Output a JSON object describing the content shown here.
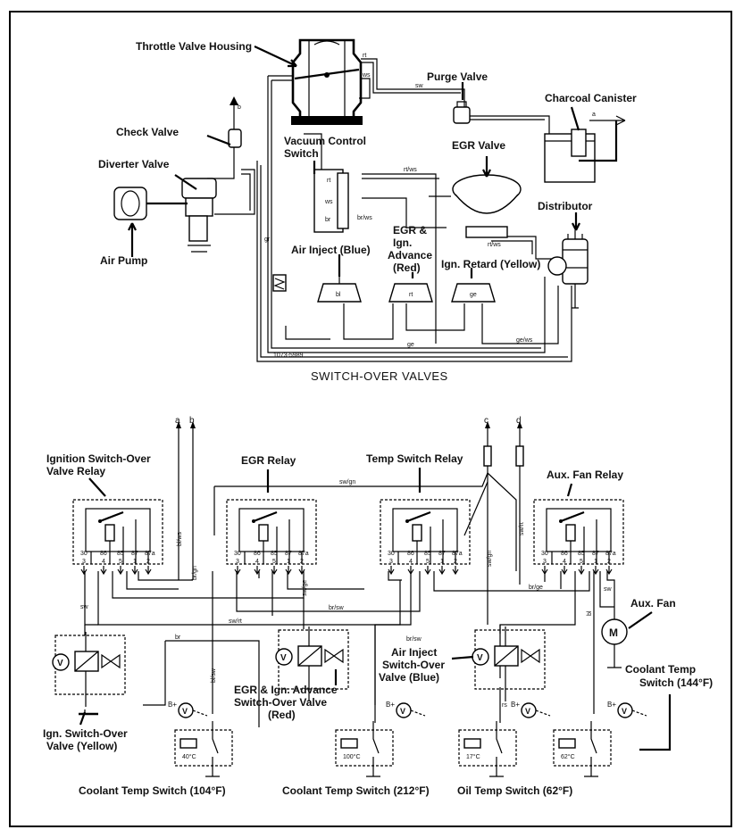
{
  "top_diagram": {
    "title": "SWITCH-OVER VALVES",
    "ref_code": "1073-5989",
    "labels": {
      "throttle": "Throttle Valve Housing",
      "purge": "Purge Valve",
      "canister": "Charcoal Canister",
      "check": "Check Valve",
      "diverter": "Diverter Valve",
      "vcs_1": "Vacuum Control",
      "vcs_2": "Switch",
      "egr_valve": "EGR Valve",
      "distributor": "Distributor",
      "air_pump": "Air Pump",
      "air_inject": "Air Inject (Blue)",
      "egr_ign_1": "EGR &",
      "egr_ign_2": "Ign.",
      "egr_ign_3": "Advance",
      "egr_ign_4": "(Red)",
      "ign_retard": "Ign. Retard (Yellow)"
    },
    "letters": {
      "a": "a",
      "b": "b"
    },
    "hose_codes": {
      "sw": "sw",
      "rt": "rt",
      "ws": "ws",
      "br": "br",
      "rtws": "rt/ws",
      "brws": "br/ws",
      "bl": "bl",
      "ge": "ge",
      "gews": "ge/ws",
      "brws2": "br/ws",
      "gr": "gr",
      "rt2": "rt"
    }
  },
  "bottom_diagram": {
    "connectors": {
      "a": "a",
      "b": "b",
      "c": "c",
      "d": "d"
    },
    "relays": [
      {
        "label_1": "Ignition Switch-Over",
        "label_2": "Valve Relay"
      },
      {
        "label_1": "EGR Relay",
        "label_2": ""
      },
      {
        "label_1": "Temp Switch Relay",
        "label_2": ""
      },
      {
        "label_1": "Aux. Fan Relay",
        "label_2": ""
      }
    ],
    "pins_top": {
      "p30": "30",
      "p86": "86",
      "p85": "85",
      "p87": "87",
      "p87a": "87a"
    },
    "pins_bottom": {
      "p3": "3",
      "p4": "4",
      "p5": "5",
      "p1": "1",
      "p2": "2"
    },
    "wire_codes": {
      "blws": "bl/ws",
      "brgn": "br/gn",
      "swgn": "sw/gn",
      "swge": "sw/ge",
      "brsw": "br/sw",
      "swrt": "sw/rt",
      "brge": "br/ge",
      "sw": "sw",
      "br": "br",
      "rs": "rs",
      "bl": "bl",
      "swgn2": "sw/gn",
      "swrt2": "sw/rt",
      "brsw2": "br/sw",
      "blsw": "bl/sw"
    },
    "valves": {
      "ign_1": "Ign. Switch-Over",
      "ign_2": "Valve (Yellow)",
      "egr_1": "EGR & Ign. Advance",
      "egr_2": "Switch-Over Valve",
      "egr_3": "(Red)",
      "air_1": "Air Inject",
      "air_2": "Switch-Over",
      "air_3": "Valve (Blue)"
    },
    "v_symbol": "V",
    "b_plus": "B+",
    "aux_fan": "Aux. Fan",
    "motor_symbol": "M",
    "cts144_1": "Coolant Temp",
    "cts144_2": "Switch (144°F)",
    "switches": [
      {
        "temp": "40°C",
        "label": "Coolant Temp Switch (104°F)"
      },
      {
        "temp": "100°C",
        "label": "Coolant Temp Switch (212°F)"
      },
      {
        "temp": "17°C",
        "label": "Oil Temp Switch (62°F)"
      },
      {
        "temp": "62°C",
        "label": ""
      }
    ]
  }
}
